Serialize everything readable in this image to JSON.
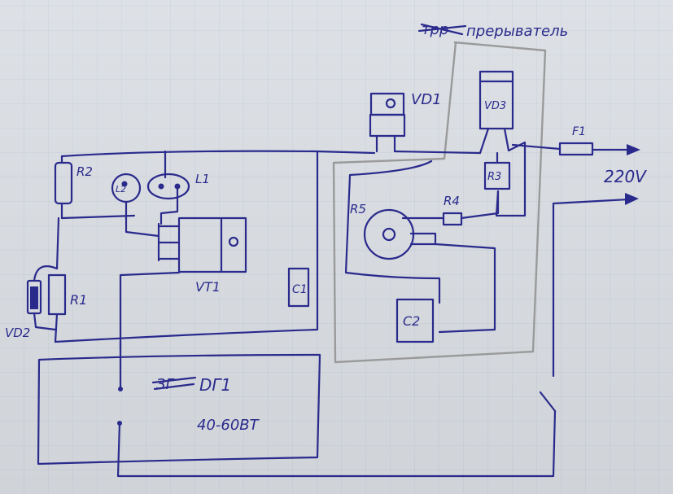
{
  "labels": {
    "title_struck": "трр",
    "title": "прерыватель",
    "vd1": "VD1",
    "vd3": "VD3",
    "f1": "F1",
    "v220": "220V",
    "r2": "R2",
    "l2": "L2",
    "l1": "L1",
    "r3": "R3",
    "r5": "R5",
    "r4": "R4",
    "r1": "R1",
    "vt1": "VT1",
    "c1": "C1",
    "c2": "C2",
    "vd2": "VD2",
    "dg1_struck": "ЗГ",
    "dg1": "DГ1",
    "power": "40-60ВТ"
  },
  "colors": {
    "ink": "#2a2a8c",
    "pencil": "#9a9a9a",
    "paper": "#dde1e6"
  }
}
